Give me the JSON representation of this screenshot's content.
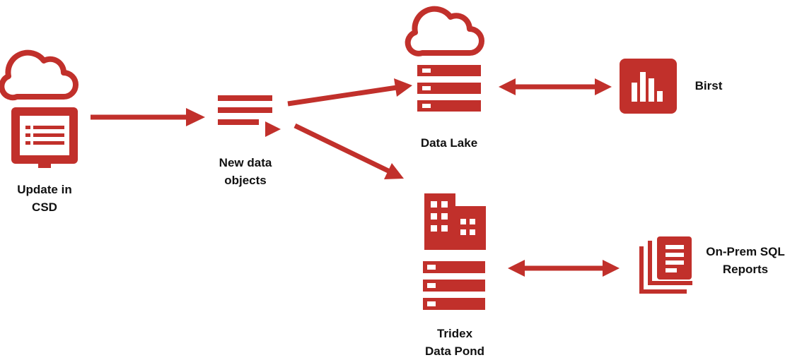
{
  "colors": {
    "accent": "#c1302b",
    "text": "#111111",
    "background": "#ffffff"
  },
  "nodes": {
    "csd": {
      "icon": "cloud-monitor-icon",
      "label_line1": "Update in",
      "label_line2": "CSD"
    },
    "new_data": {
      "icon": "data-list-icon",
      "label_line1": "New data",
      "label_line2": "objects"
    },
    "data_lake": {
      "icon": "cloud-server-icon",
      "label": "Data Lake"
    },
    "birst": {
      "icon": "bar-chart-icon",
      "label": "Birst"
    },
    "data_pond": {
      "icon": "building-server-icon",
      "label_line1": "Tridex",
      "label_line2": "Data Pond"
    },
    "sql_reports": {
      "icon": "reports-stack-icon",
      "label_line1": "On-Prem SQL",
      "label_line2": "Reports"
    }
  },
  "connections": [
    {
      "from": "csd",
      "to": "new_data",
      "direction": "one-way"
    },
    {
      "from": "new_data",
      "to": "data_lake",
      "direction": "one-way"
    },
    {
      "from": "new_data",
      "to": "data_pond",
      "direction": "one-way"
    },
    {
      "from": "data_lake",
      "to": "birst",
      "direction": "two-way"
    },
    {
      "from": "data_pond",
      "to": "sql_reports",
      "direction": "two-way"
    }
  ]
}
